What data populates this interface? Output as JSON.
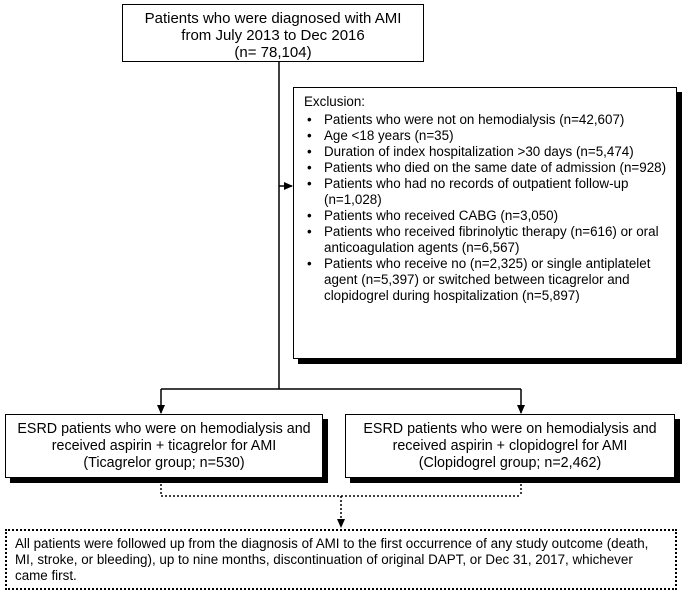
{
  "top_box": {
    "line1": "Patients who were diagnosed with AMI",
    "line2": "from July 2013 to Dec 2016",
    "line3": "(n= 78,104)"
  },
  "exclusion": {
    "header": "Exclusion:",
    "items": [
      "Patients who were not on hemodialysis (n=42,607)",
      "Age <18 years (n=35)",
      "Duration of index hospitalization >30 days (n=5,474)",
      "Patients who died on the same date of admission (n=928)",
      "Patients who had no records of outpatient follow-up (n=1,028)",
      "Patients who received CABG (n=3,050)",
      "Patients who received fibrinolytic therapy (n=616) or oral anticoagulation agents (n=6,567)",
      "Patients who receive no (n=2,325) or single antiplatelet agent (n=5,397) or switched between ticagrelor and clopidogrel during hospitalization (n=5,897)"
    ]
  },
  "ticagrelor_box": {
    "line1": "ESRD patients who were on hemodialysis and",
    "line2": "received aspirin + ticagrelor for AMI",
    "line3": "(Ticagrelor group; n=530)"
  },
  "clopidogrel_box": {
    "line1": "ESRD patients who were on hemodialysis and",
    "line2": "received aspirin + clopidogrel for AMI",
    "line3": "(Clopidogrel group; n=2,462)"
  },
  "followup_box": {
    "text": "All patients were followed up from the diagnosis of AMI to the first occurrence of any study outcome (death, MI, stroke, or bleeding), up to nine months, discontinuation of original DAPT, or Dec 31, 2017, whichever came first."
  }
}
